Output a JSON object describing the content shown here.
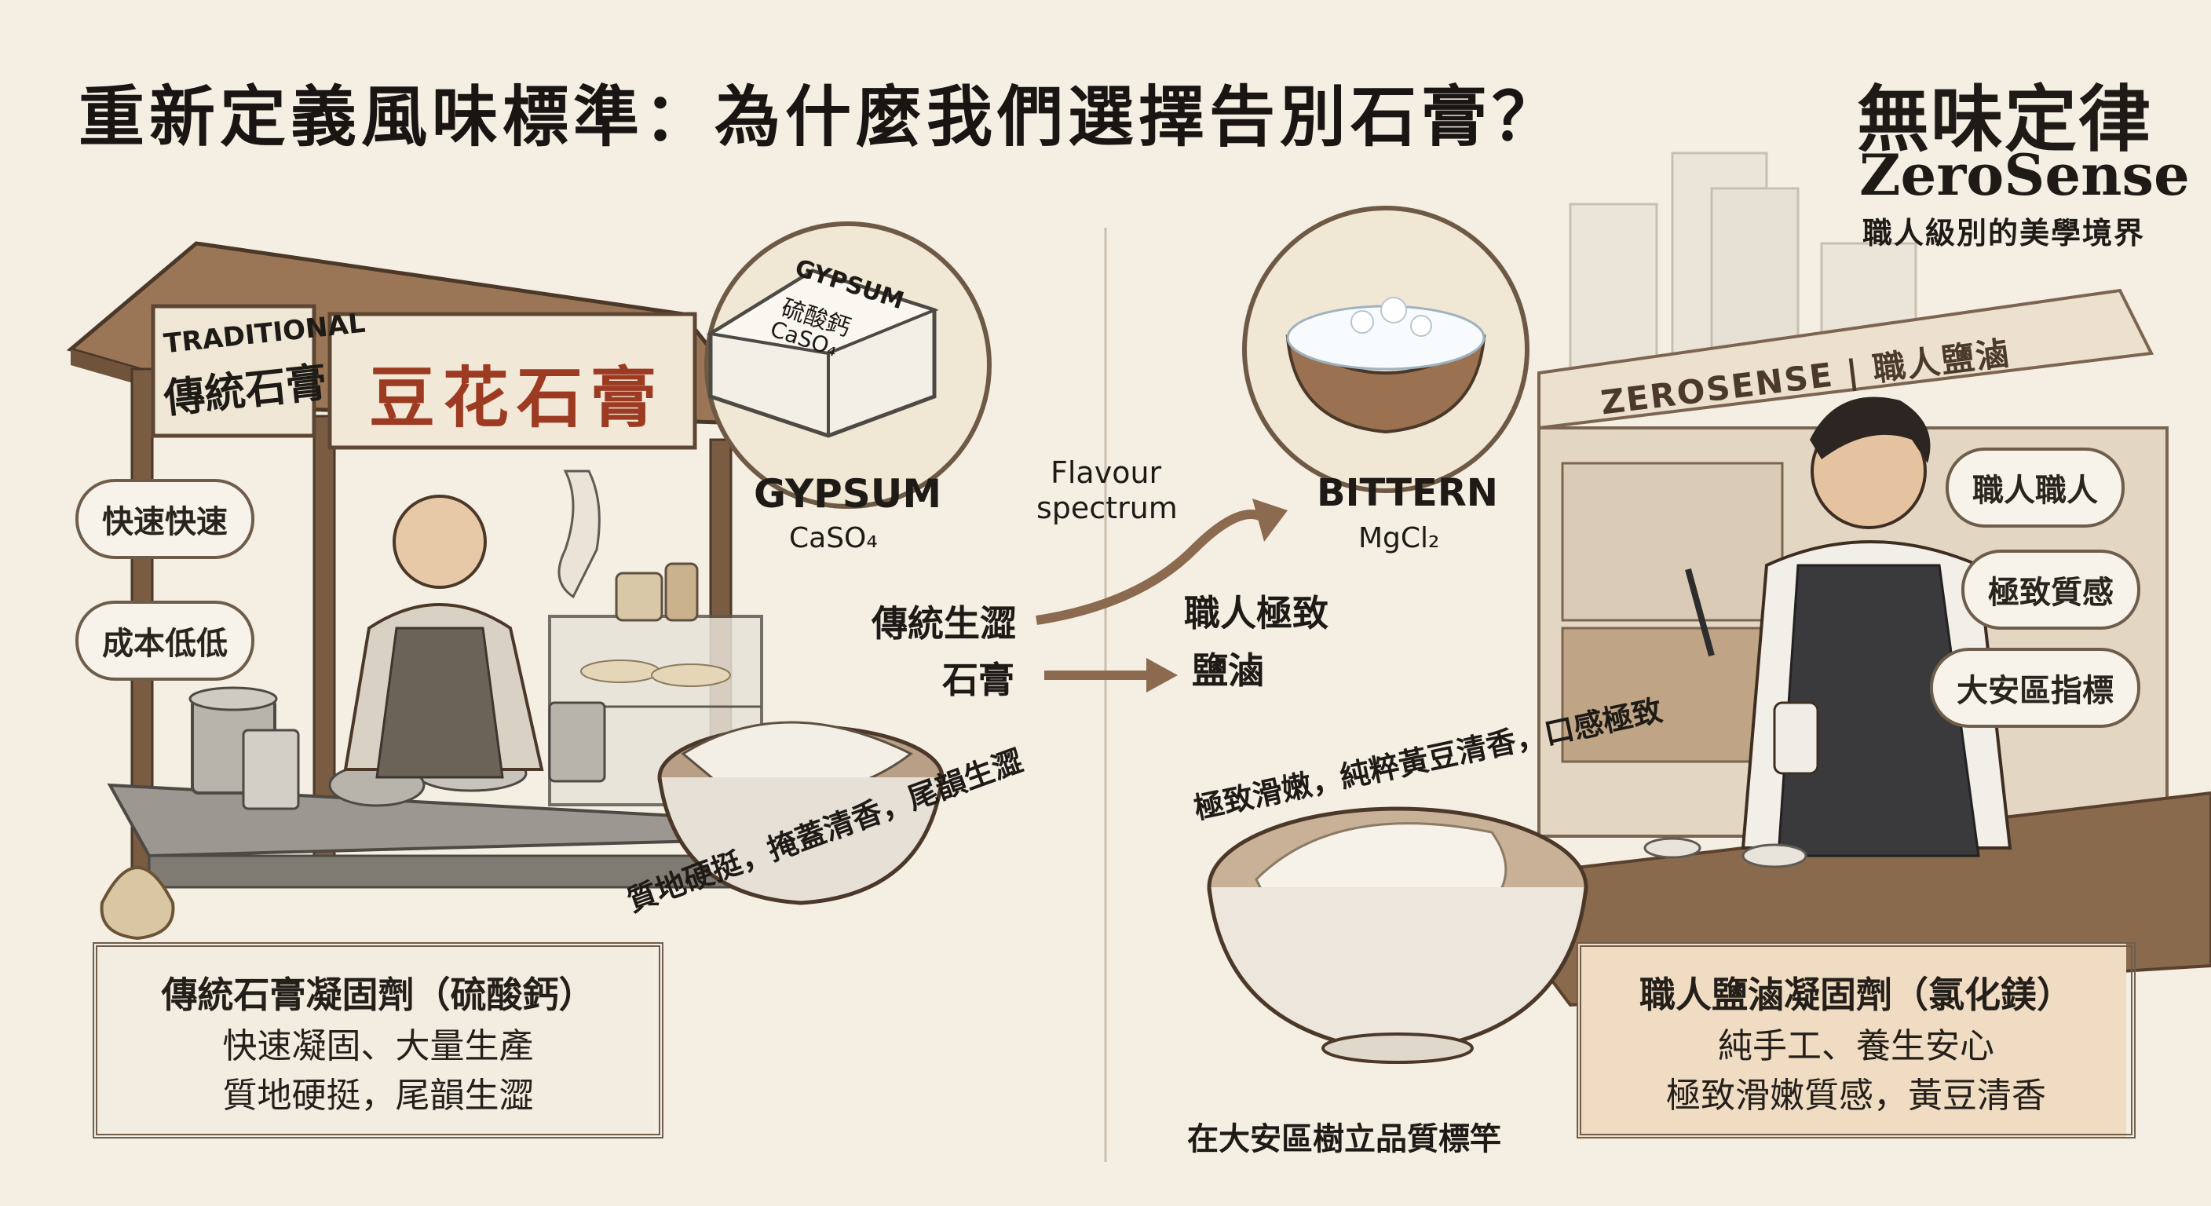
{
  "title": "重新定義風味標準：為什麼我們選擇告別石膏？",
  "brand": {
    "name_cjk": "無味定律",
    "name_en": "ZeroSense",
    "tagline": "職人級別的美學境界"
  },
  "left": {
    "stall_sign_small_en": "TRADITIONAL",
    "stall_sign_small_cjk": "傳統石膏",
    "stall_banner": "豆花石膏",
    "bubbles": [
      "快速快速",
      "成本低低"
    ],
    "gypsum": {
      "block_text": [
        "GYPSUM",
        "硫酸鈣",
        "CaSO₄"
      ],
      "name": "GYPSUM",
      "formula": "CaSO₄"
    },
    "bowl_caption": "質地硬挺，掩蓋清香，尾韻生澀",
    "panel": {
      "heading": "傳統石膏凝固劑（硫酸鈣）",
      "line1": "快速凝固、大量生產",
      "line2": "質地硬挺，尾韻生澀"
    }
  },
  "middle": {
    "spectrum_label_1": "Flavour",
    "spectrum_label_2": "spectrum",
    "from_line1": "傳統生澀",
    "from_line2": "石膏",
    "to_line1": "職人極致",
    "to_line2": "鹽滷"
  },
  "right": {
    "storefront_sign": "ZEROSENSE | 職人鹽滷",
    "bittern": {
      "name": "BITTERN",
      "formula": "MgCl₂"
    },
    "bubbles": [
      "職人職人",
      "極致質感",
      "大安區指標"
    ],
    "bowl_caption": "極致滑嫩，純粹黃豆清香，口感極致",
    "bowl_footer": "在大安區樹立品質標竿",
    "panel": {
      "heading": "職人鹽滷凝固劑（氯化鎂）",
      "line1": "純手工、養生安心",
      "line2": "極致滑嫩質感，黃豆清香"
    }
  },
  "colors": {
    "background": "#f4eee3",
    "wood": "#8a6a4c",
    "accent_red": "#9c3b22",
    "arrow_brown": "#8b6a50",
    "right_panel_fill": "#efdcc2"
  }
}
